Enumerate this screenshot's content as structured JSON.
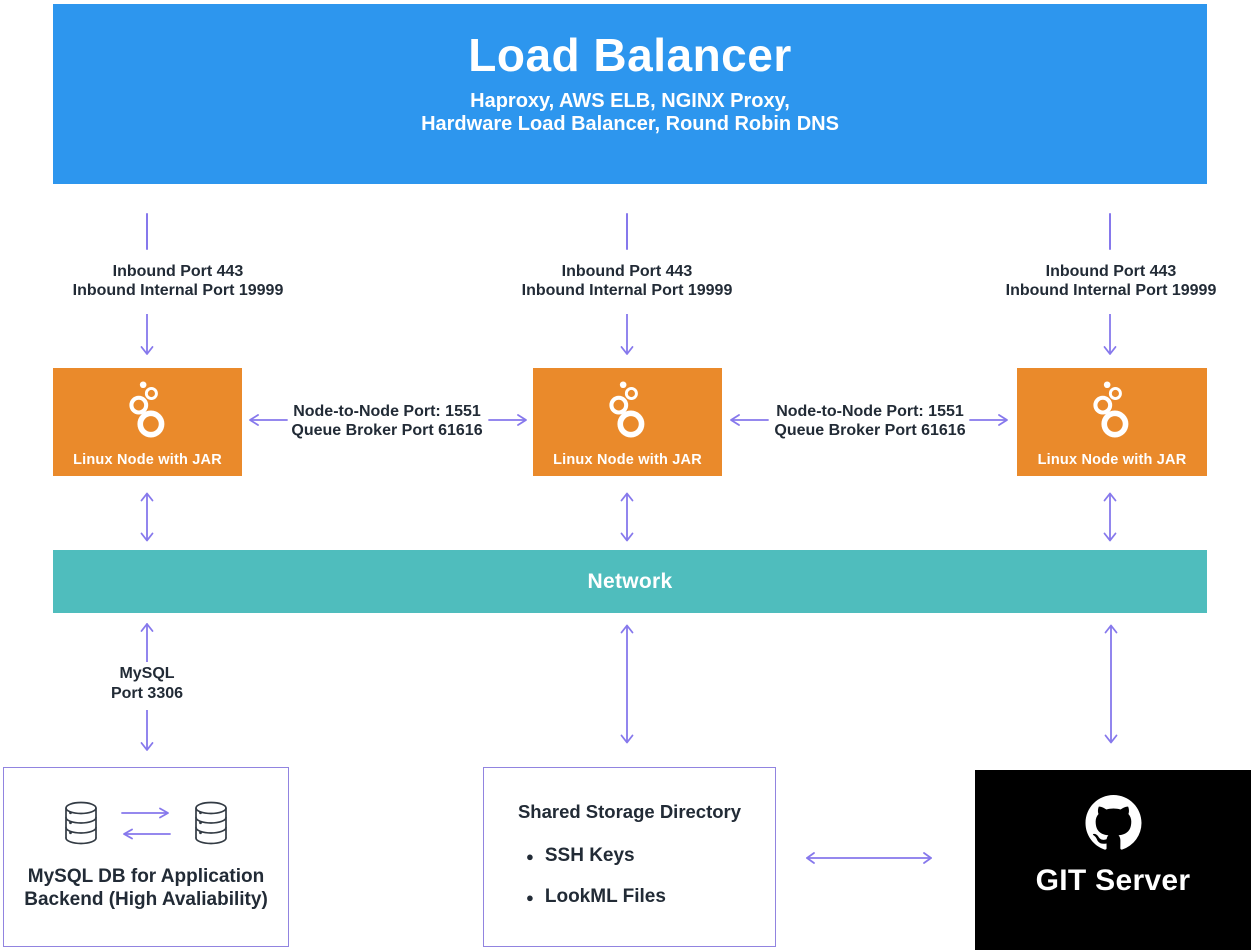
{
  "colors": {
    "blue": "#2D96EE",
    "orange": "#EA8A2B",
    "teal": "#4FBDBD",
    "purple": "#8678EC",
    "border_purple": "#9184E0",
    "ink": "#222B36",
    "icon_ink": "#333B44",
    "black": "#000000",
    "white": "#FFFFFF"
  },
  "load_balancer": {
    "title": "Load Balancer",
    "subtitle_line1": "Haproxy, AWS ELB, NGINX Proxy,",
    "subtitle_line2": "Hardware Load Balancer, Round Robin DNS"
  },
  "inbound_label": {
    "line1": "Inbound Port 443",
    "line2": "Inbound Internal Port 19999"
  },
  "node_link_label": {
    "line1": "Node-to-Node Port: 1551",
    "line2": "Queue Broker Port 61616"
  },
  "node_label": "Linux Node with JAR",
  "network_label": "Network",
  "mysql_link": {
    "line1": "MySQL",
    "line2": "Port 3306"
  },
  "mysql_db": {
    "line1": "MySQL DB for Application",
    "line2": "Backend (High Avaliability)"
  },
  "shared_storage": {
    "title": "Shared Storage Directory",
    "bullet": "●",
    "items": [
      "SSH Keys",
      "LookML Files"
    ]
  },
  "git_server": {
    "label": "GIT Server"
  }
}
